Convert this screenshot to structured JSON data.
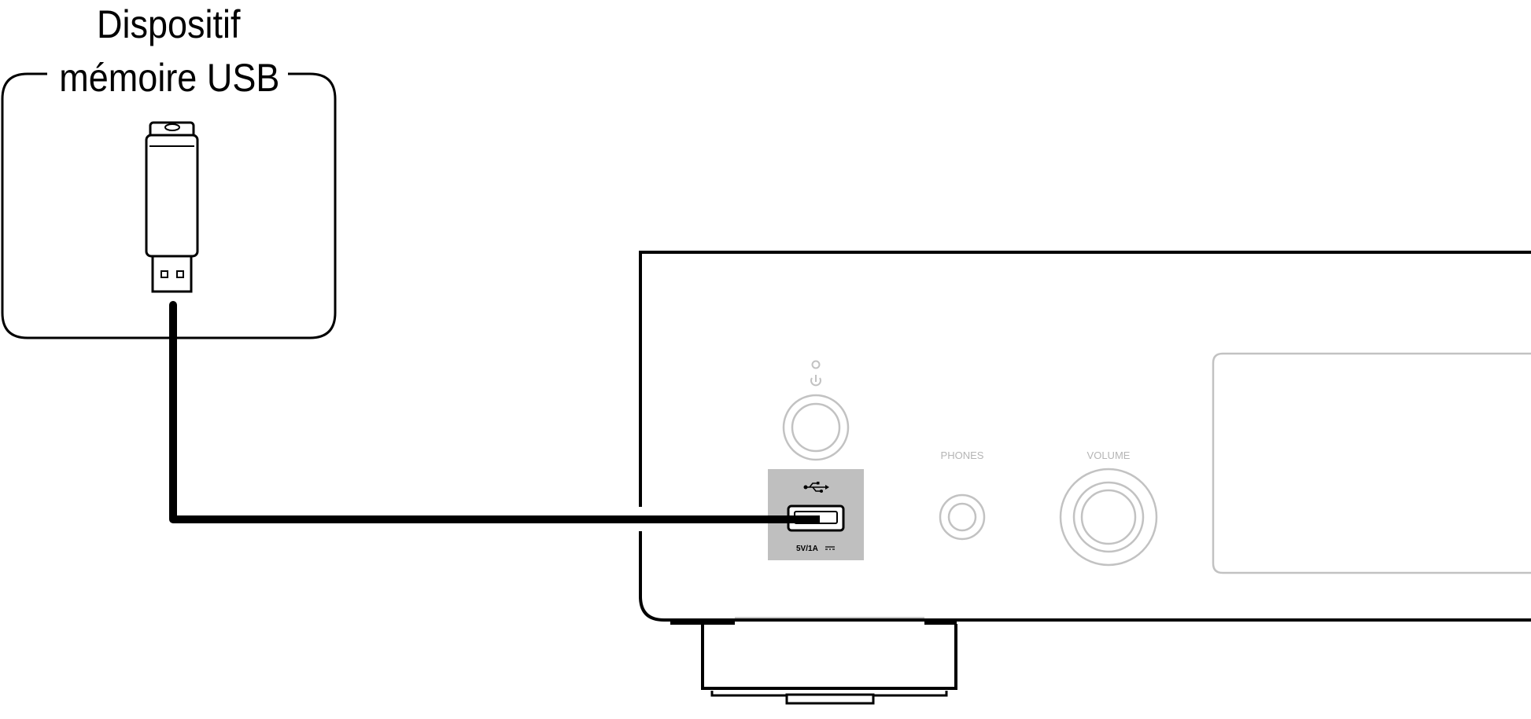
{
  "callout": {
    "title_line1": "Dispositif",
    "title_line2": "mémoire USB"
  },
  "front_panel": {
    "phones_label": "PHONES",
    "volume_label": "VOLUME",
    "usb_rating_label": "5V/1A"
  },
  "icons": {
    "power": "power-icon",
    "usb": "usb-icon",
    "dc": "dc-symbol-icon"
  },
  "colors": {
    "outline": "#000000",
    "panel_controls": "#c2c2c2",
    "panel_labels": "#b5b5b5",
    "usb_highlight": "#bfbfbf"
  }
}
